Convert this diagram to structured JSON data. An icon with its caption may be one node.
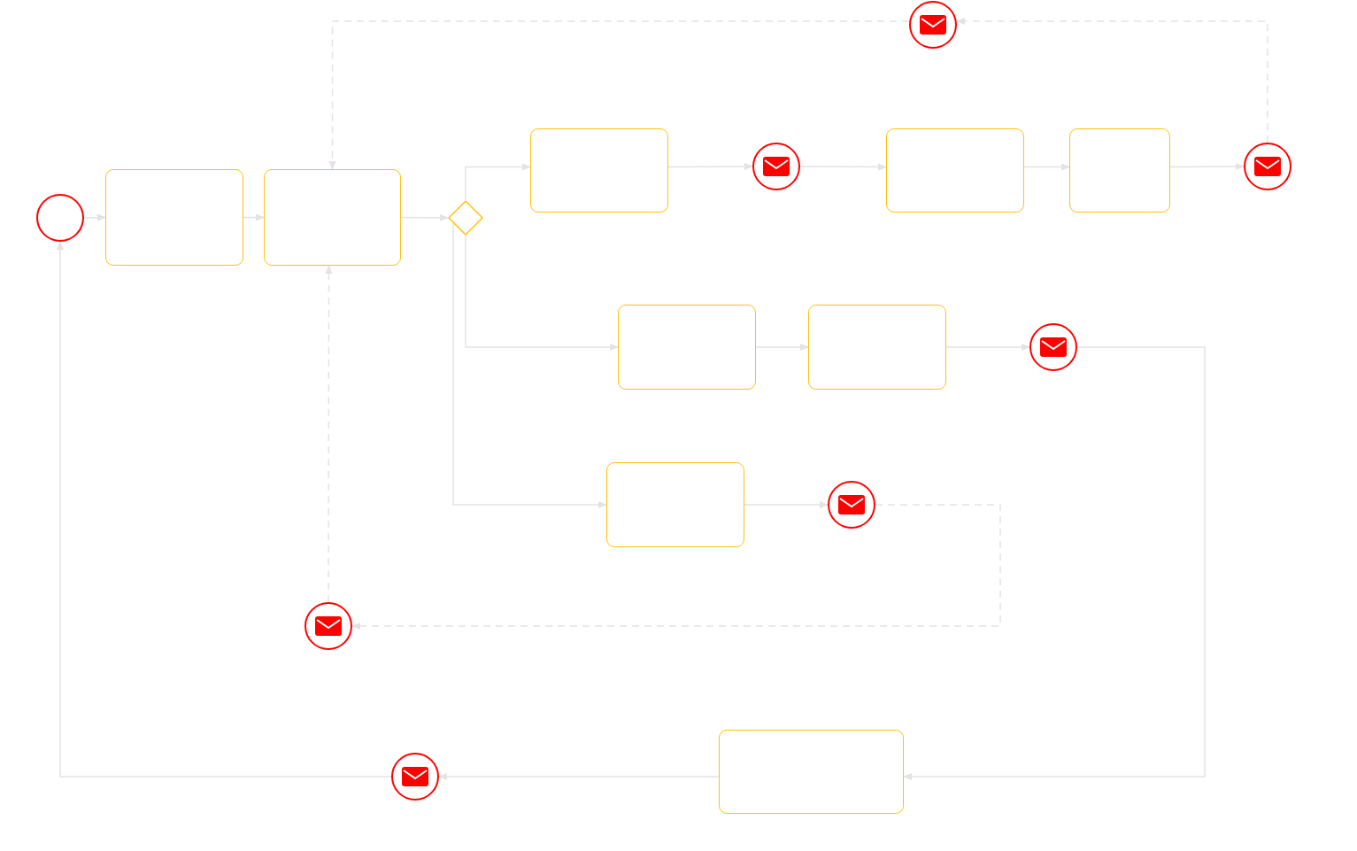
{
  "diagram": {
    "nodes": [
      {
        "text": [],
        "shape": "circle"
      },
      {
        "text": [],
        "shape": "box"
      },
      {
        "text": [],
        "shape": "box"
      },
      {
        "text": [],
        "shape": "diamond"
      },
      {
        "text": [],
        "shape": "box"
      },
      {
        "text": [],
        "shape": "circle"
      },
      {
        "text": [],
        "shape": "box"
      },
      {
        "text": [],
        "shape": "box"
      },
      {
        "text": [],
        "shape": "circle"
      },
      {
        "text": [],
        "shape": "circle"
      },
      {
        "text": [],
        "shape": "box"
      },
      {
        "text": [],
        "shape": "box"
      },
      {
        "text": [],
        "shape": "circle"
      },
      {
        "text": [],
        "shape": "box"
      },
      {
        "text": [],
        "shape": "circle"
      },
      {
        "text": [],
        "shape": "circle"
      },
      {
        "text": [],
        "shape": "box"
      },
      {
        "text": [],
        "shape": "circle"
      }
    ],
    "edges": [
      {
        "from": 0,
        "to": 1,
        "arrow": "to"
      },
      {
        "from": 1,
        "to": 2,
        "arrow": "to"
      },
      {
        "from": 2,
        "to": 3,
        "arrow": "to"
      },
      {
        "from": 3,
        "to": 4,
        "arrow": "to"
      },
      {
        "from": 4,
        "to": 5,
        "arrow": "to"
      },
      {
        "from": 5,
        "to": 6,
        "arrow": "to"
      },
      {
        "from": 6,
        "to": 7,
        "arrow": "to"
      },
      {
        "from": 7,
        "to": 8,
        "arrow": "to"
      },
      {
        "from": 8,
        "to": 9,
        "arrow": "to",
        "style": "dashed"
      },
      {
        "from": 9,
        "to": 2,
        "arrow": "to",
        "style": "dashed"
      },
      {
        "from": 3,
        "to": 10,
        "arrow": "to"
      },
      {
        "from": 10,
        "to": 11,
        "arrow": "to"
      },
      {
        "from": 11,
        "to": 12,
        "arrow": "to"
      },
      {
        "from": 3,
        "to": 13,
        "arrow": "to"
      },
      {
        "from": 13,
        "to": 14,
        "arrow": "to"
      },
      {
        "from": 14,
        "to": 15,
        "arrow": "to",
        "style": "dashed"
      },
      {
        "from": 15,
        "to": 2,
        "arrow": "to",
        "style": "dashed"
      },
      {
        "from": 12,
        "to": 16,
        "arrow": "to"
      },
      {
        "from": 16,
        "to": 17,
        "arrow": "to"
      },
      {
        "from": 17,
        "to": 0,
        "arrow": "to"
      }
    ]
  }
}
